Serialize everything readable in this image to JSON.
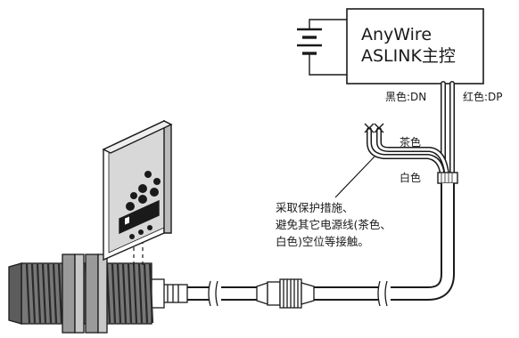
{
  "master_unit": {
    "line1": "AnyWire",
    "line2": "ASLINK主控"
  },
  "wires": {
    "black": "黑色:DN",
    "red": "红色:DP",
    "brown": "茶色",
    "white": "白色"
  },
  "note": {
    "line1": "采取保护措施、",
    "line2": "避免其它电源线(茶色、",
    "line3": "白色)空位等接触。"
  }
}
